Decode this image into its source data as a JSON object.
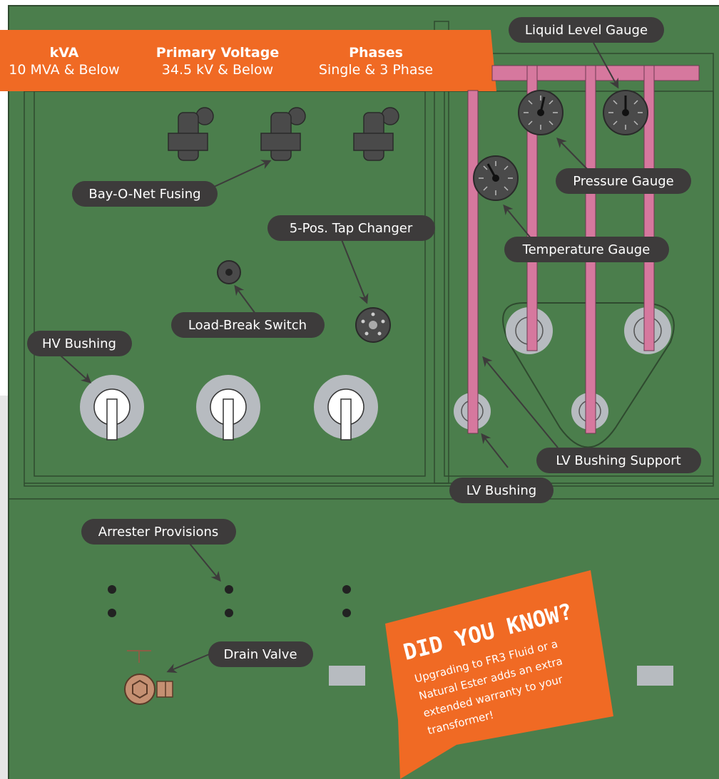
{
  "colors": {
    "cabinet_green": "#4b7e4c",
    "outline": "#2f4a2f",
    "accent_orange": "#f06a24",
    "bus_pink": "#d6789e",
    "label_dark": "#3d3b3b",
    "bushing_gray": "#b7bbc0",
    "gauge_dark": "#4a4a4a",
    "valve_copper": "#c59072"
  },
  "header": {
    "kva_heading": "kVA",
    "kva_value": "10 MVA & Below",
    "voltage_heading": "Primary Voltage",
    "voltage_value": "34.5 kV & Below",
    "phases_heading": "Phases",
    "phases_value": "Single & 3 Phase"
  },
  "labels": {
    "liquid_level_gauge": "Liquid Level Gauge",
    "bay_o_net_fusing": "Bay-O-Net Fusing",
    "pressure_gauge": "Pressure Gauge",
    "tap_changer": "5-Pos. Tap Changer",
    "temperature_gauge": "Temperature Gauge",
    "load_break_switch": "Load-Break Switch",
    "hv_bushing": "HV Bushing",
    "lv_bushing_support": "LV Bushing Support",
    "lv_bushing": "LV Bushing",
    "arrester_provisions": "Arrester Provisions",
    "drain_valve": "Drain Valve"
  },
  "did_you_know": {
    "title": "DID YOU KNOW?",
    "line1": "Upgrading to FR3 Fluid or a",
    "line2": "Natural Ester adds an extra",
    "line3": "extended warranty to your",
    "line4": "transformer!"
  }
}
